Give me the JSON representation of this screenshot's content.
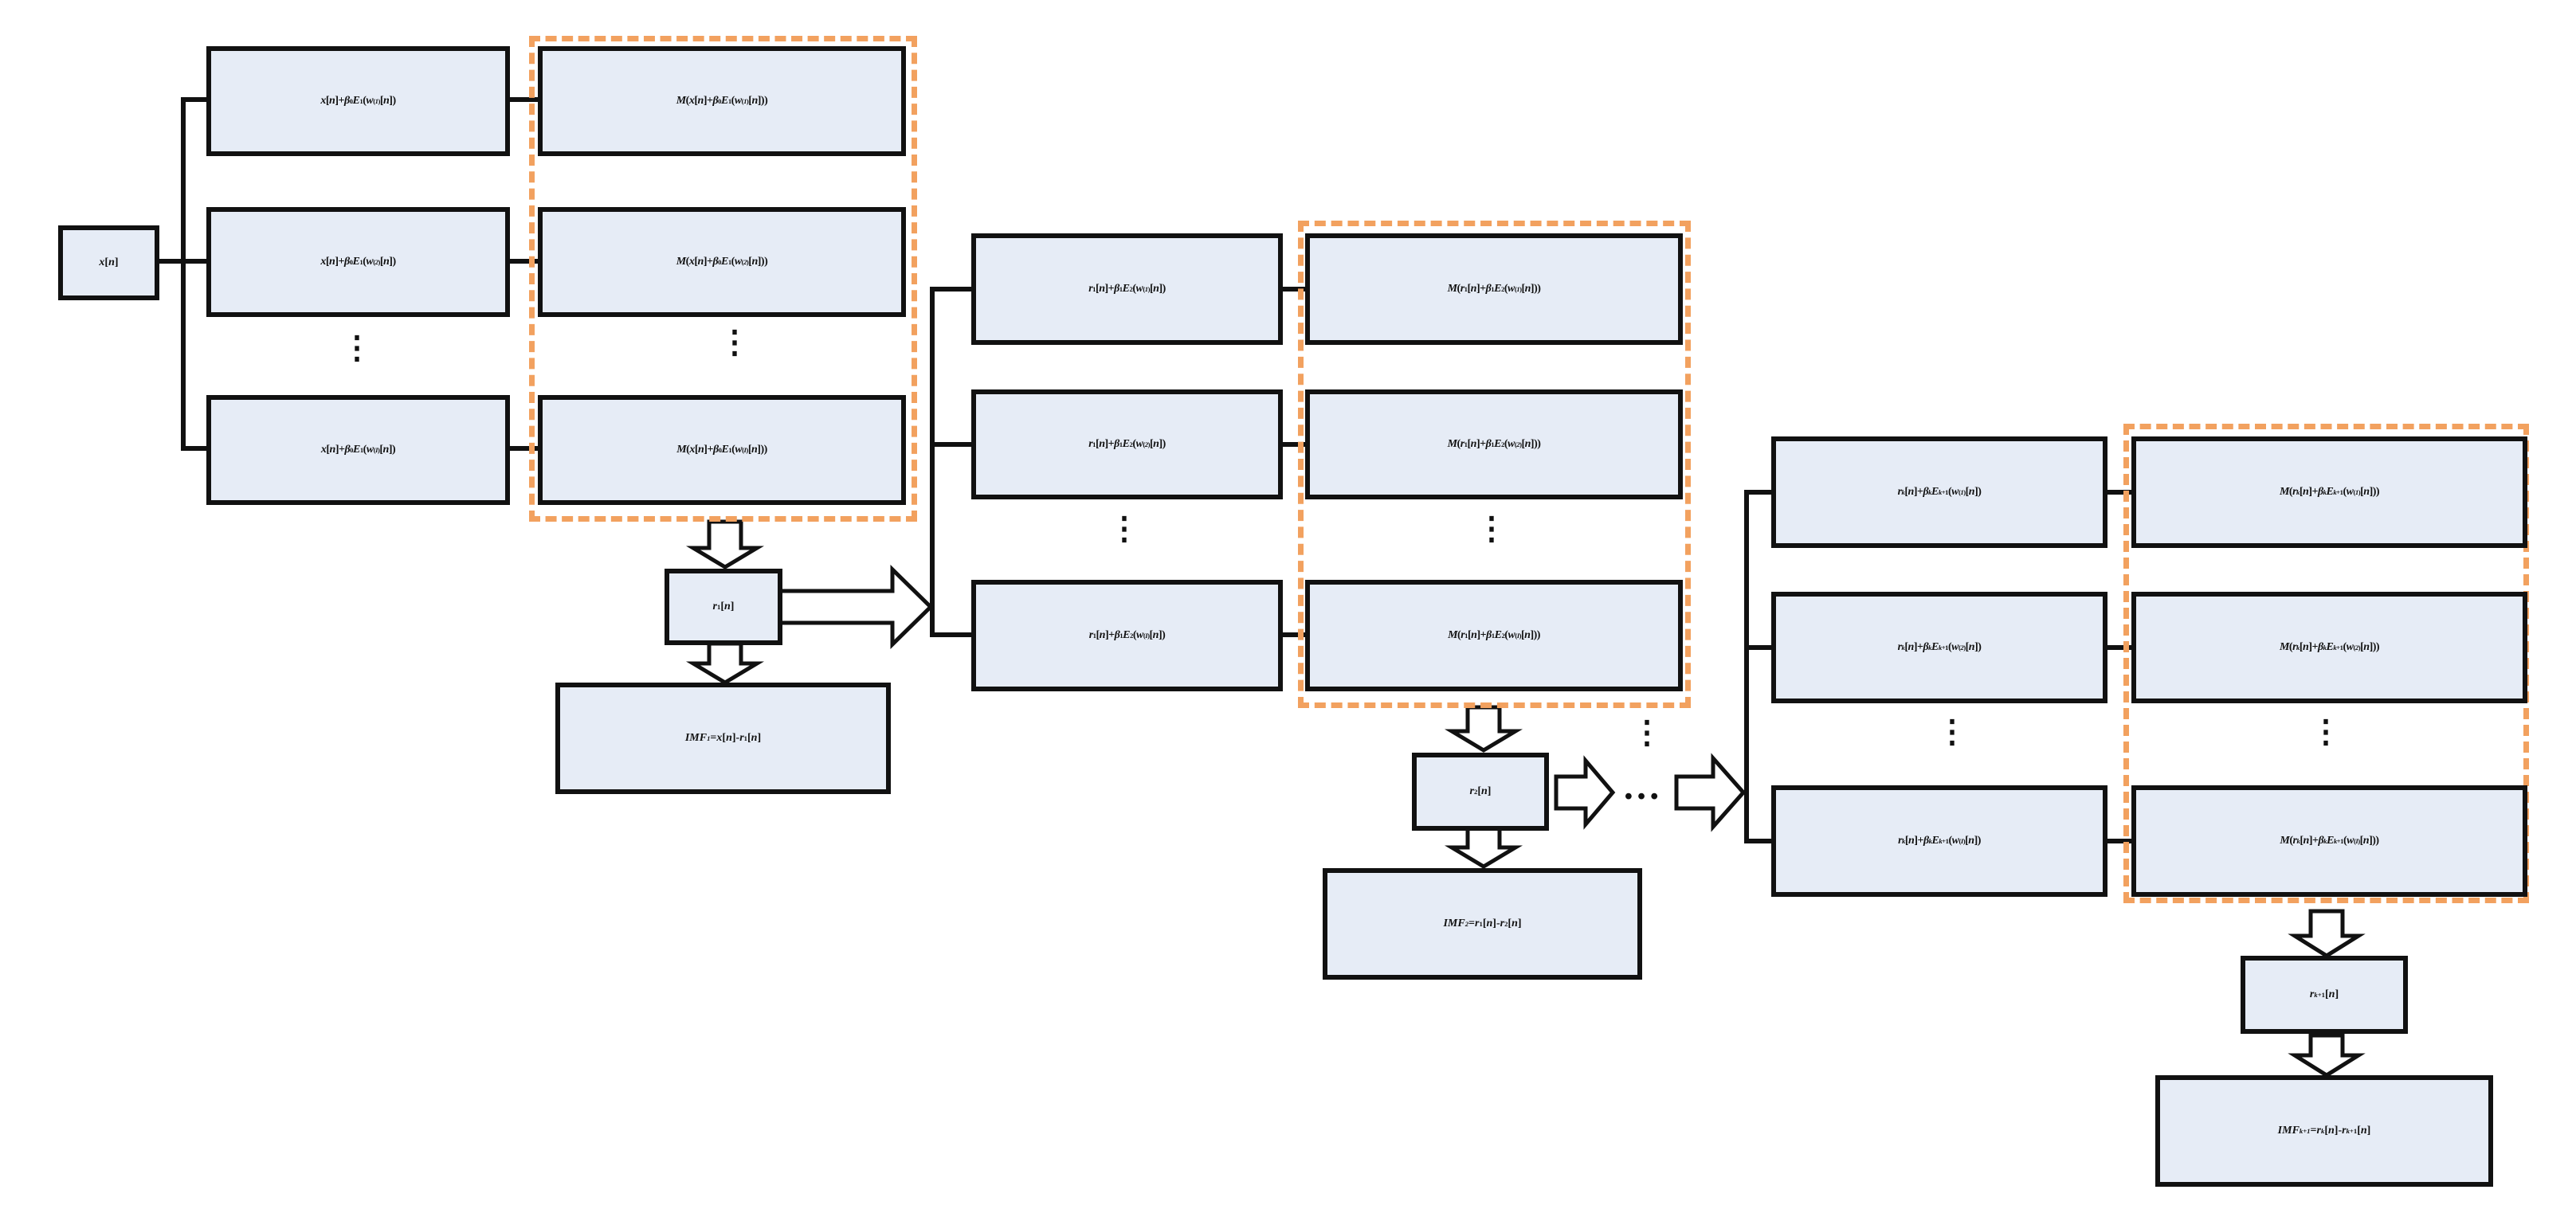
{
  "diagram": {
    "input": "x[n]",
    "stage1": {
      "perturbed": [
        "x[n]+β0E1(w(1)[n])",
        "x[n]+β0E1(w(2)[n])",
        "x[n]+β0E1(w(I)[n])"
      ],
      "mean_ops": [
        "M(x[n]+β0E1(w(1)[n]))",
        "M(x[n]+β0E1(w(2)[n]))",
        "M(x[n]+β0E1(w(I)[n]))"
      ],
      "residual": "r1[n]",
      "imf": "IMF1=x[n]-r1[n]"
    },
    "stage2": {
      "perturbed": [
        "r1[n]+β1E2(w(1)[n])",
        "r1[n]+β1E2(w(2)[n])",
        "r1[n]+β1E2(w(I)[n])"
      ],
      "mean_ops": [
        "M(r1[n]+β1E2(w(1)[n]))",
        "M(r1[n]+β1E2(w(2)[n]))",
        "M(r1[n]+β1E2(w(I)[n]))"
      ],
      "residual": "r2[n]",
      "imf": "IMF2=r1[n]-r2[n]"
    },
    "stagek": {
      "perturbed": [
        "rk[n]+βkEk+1(w(1)[n])",
        "rk[n]+βkEk+1(w(2)[n])",
        "rk[n]+βkEk+1(w(I)[n])"
      ],
      "mean_ops": [
        "M(rk[n]+βkEk+1(w(1)[n]))",
        "M(rk[n]+βkEk+1(w(2)[n]))",
        "M(rk[n]+βkEk+1(w(I)[n]))"
      ],
      "residual": "rk+1[n]",
      "imf": "IMFk+1=rk[n]-rk+1[n]"
    },
    "vertical_ellipsis": "⋮",
    "horizontal_ellipsis": "…",
    "colors": {
      "box_fill": "#e6ecf6",
      "box_border": "#111111",
      "dashed_group": "#f2a15f",
      "arrow_fill": "#ffffff"
    }
  }
}
